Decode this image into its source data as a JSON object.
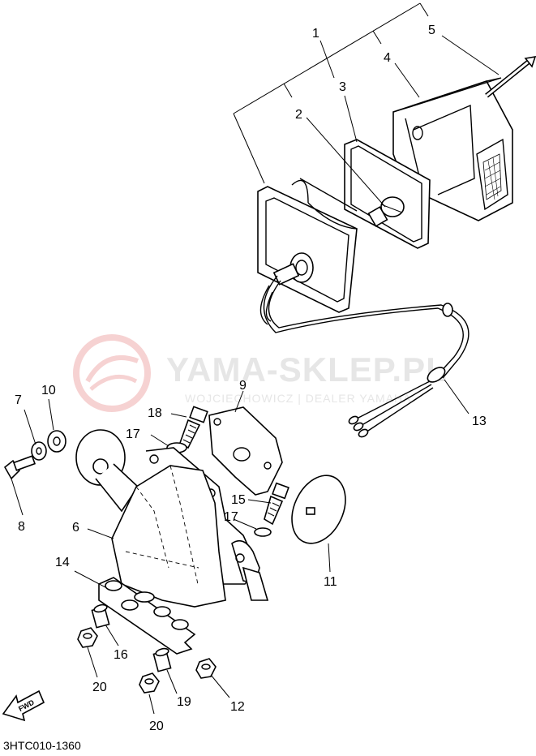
{
  "diagram_code": "3HTC010-1360",
  "watermark": {
    "title": "YAMA-SKLEP.PL",
    "subtitle": "WOJCIECHOWICZ | DEALER YAMAHA"
  },
  "fwd_label": "FWD",
  "callouts": {
    "c1": "1",
    "c2": "2",
    "c3": "3",
    "c4": "4",
    "c5": "5",
    "c6": "6",
    "c7": "7",
    "c8": "8",
    "c9": "9",
    "c10": "10",
    "c11": "11",
    "c12": "12",
    "c13": "13",
    "c14": "14",
    "c15": "15",
    "c16": "16",
    "c17a": "17",
    "c17b": "17",
    "c18": "18",
    "c19": "19",
    "c20a": "20",
    "c20b": "20"
  }
}
